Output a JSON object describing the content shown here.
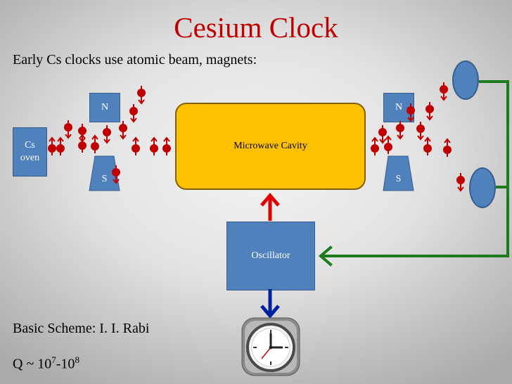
{
  "title": "Cesium Clock",
  "subtitle": "Early Cs clocks use atomic beam, magnets:",
  "oven_label": "Cs\noven",
  "magnet_n": "N",
  "magnet_s": "S",
  "cavity_label": "Microwave Cavity",
  "oscillator_label": "Oscillator",
  "basic_scheme": "Basic Scheme: I. I. Rabi",
  "q_factor": {
    "prefix": "Q ~ 10",
    "exp1": "7",
    "mid": "-10",
    "exp2": "8"
  },
  "colors": {
    "title": "#c00000",
    "box_fill": "#4f81bd",
    "cavity_fill": "#ffc000",
    "atom": "#c00000",
    "feedback_arrow": "#1e7a1e",
    "cavity_arrow": "#e00000",
    "clock_arrow": "#00209f"
  }
}
